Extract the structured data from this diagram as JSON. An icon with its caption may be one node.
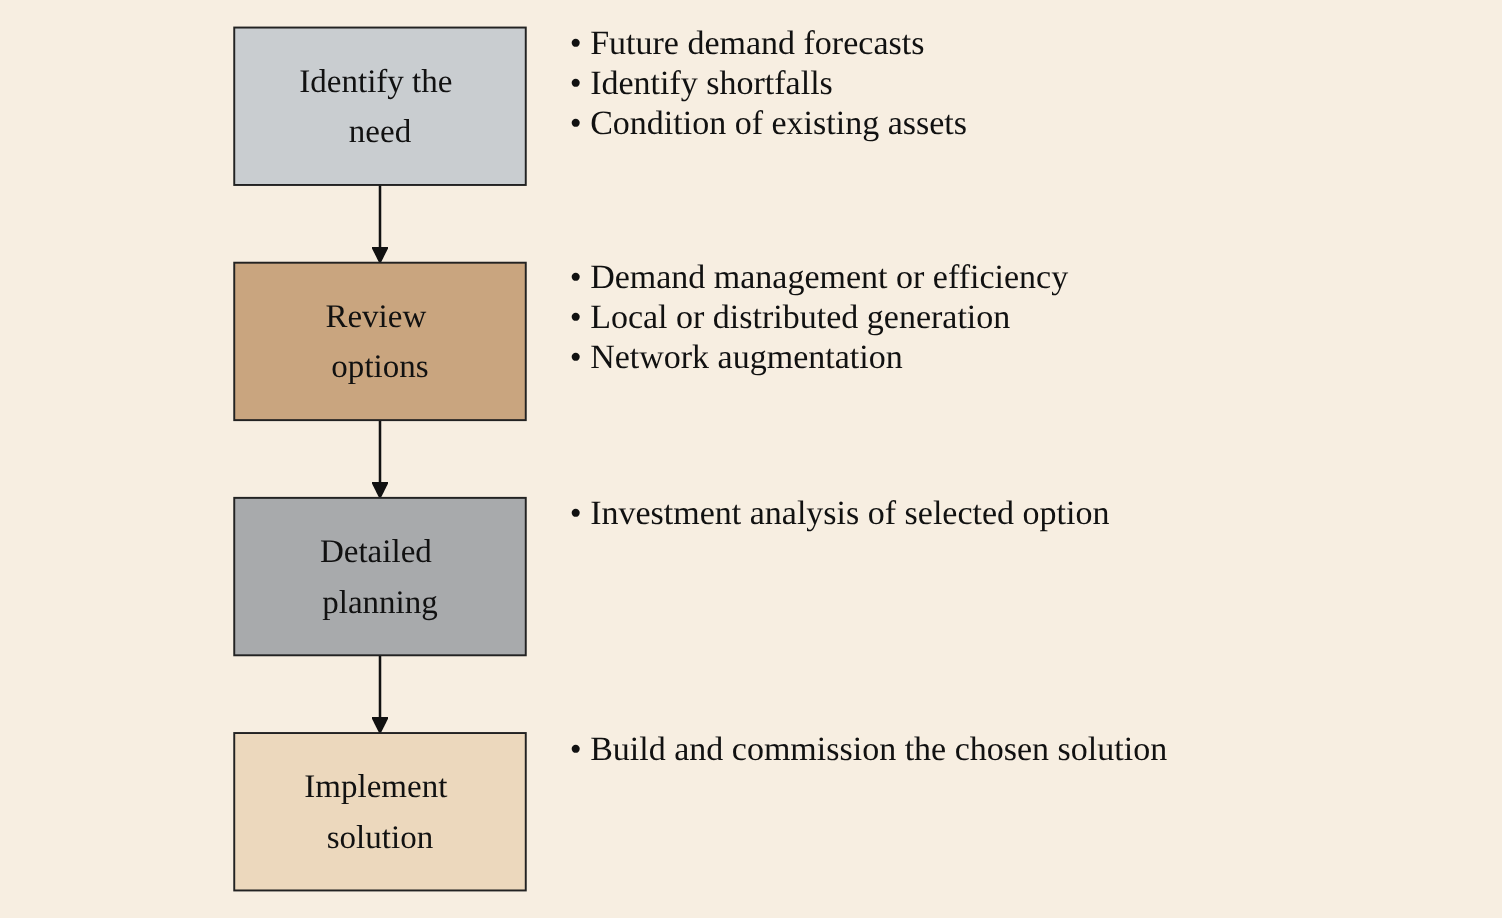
{
  "diagram": {
    "nodes": [
      {
        "text": [
          "Identify the need"
        ],
        "beside": [
          "• Future demand forecasts",
          "• Identify shortfalls",
          "• Condition of existing assets"
        ]
      },
      {
        "text": [
          "Review options"
        ],
        "beside": [
          "• Demand management or efficiency",
          "• Local or distributed generation",
          "• Network augmentation"
        ]
      },
      {
        "text": [
          "Detailed planning"
        ],
        "beside": [
          "• Investment analysis of selected option"
        ]
      },
      {
        "text": [
          "Implement solution"
        ],
        "beside": [
          "• Build and commission the chosen solution"
        ]
      }
    ],
    "edges": [
      {
        "from": 0,
        "to": 1,
        "arrow": "to"
      },
      {
        "from": 1,
        "to": 2,
        "arrow": "to"
      },
      {
        "from": 2,
        "to": 3,
        "arrow": "to"
      }
    ]
  }
}
